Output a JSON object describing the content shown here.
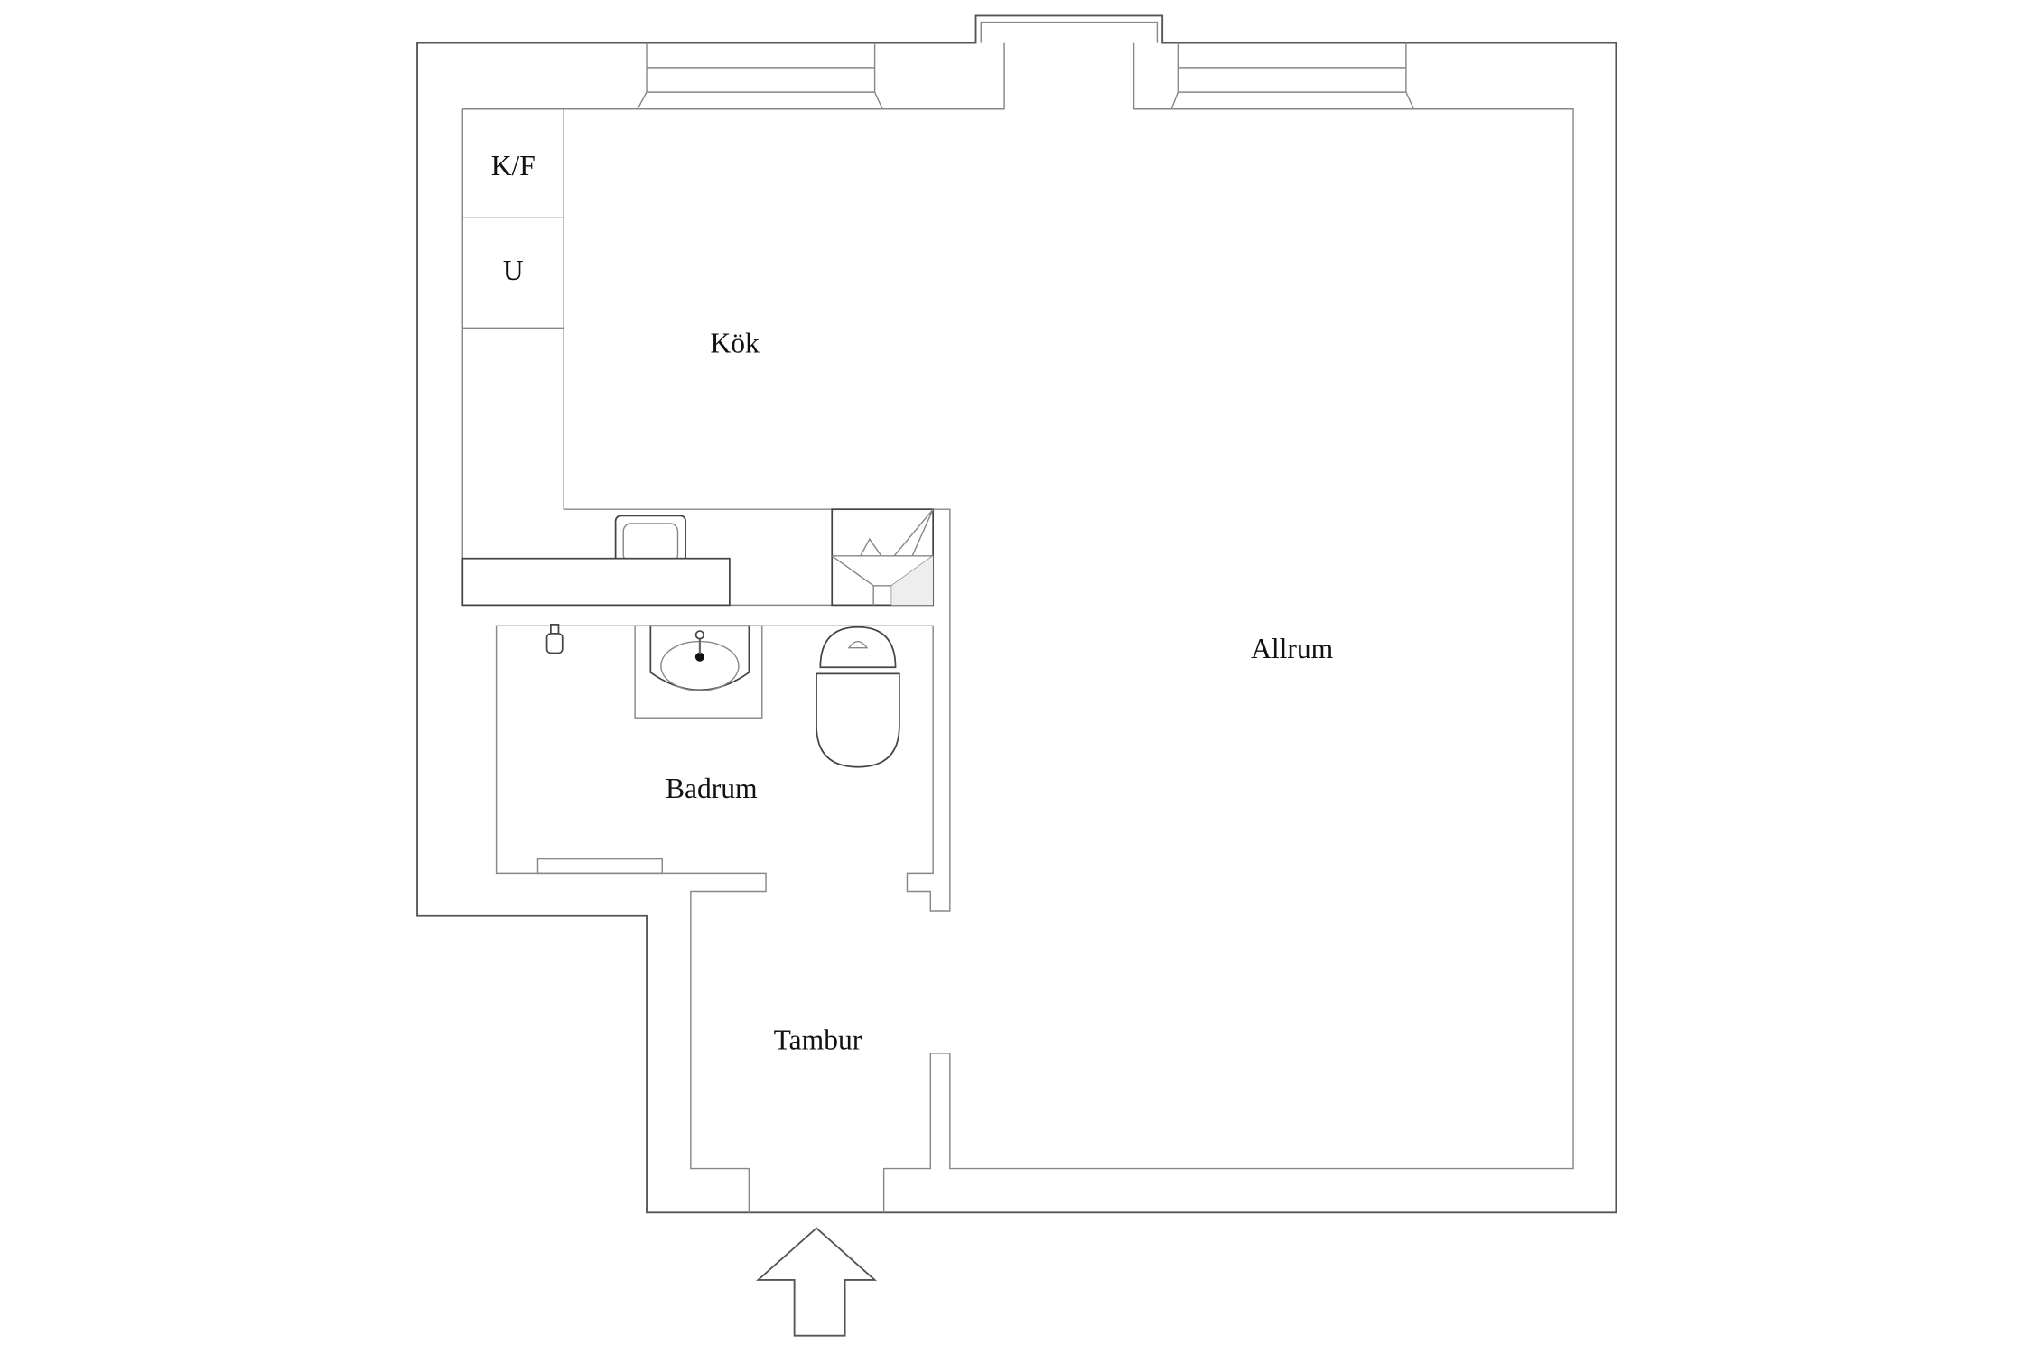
{
  "floorplan": {
    "rooms": [
      {
        "id": "kok",
        "label": "Kök"
      },
      {
        "id": "allrum",
        "label": "Allrum"
      },
      {
        "id": "badrum",
        "label": "Badrum"
      },
      {
        "id": "tambur",
        "label": "Tambur"
      }
    ],
    "appliances": [
      {
        "id": "kf",
        "label": "K/F"
      },
      {
        "id": "u",
        "label": "U"
      }
    ],
    "entrance_arrow": "up-arrow-icon"
  }
}
